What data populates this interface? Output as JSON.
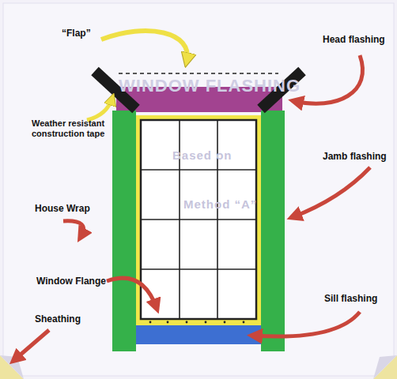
{
  "diagram": {
    "labels": [
      "“Flap”",
      "WINDOW FLASHING",
      "Head flashing",
      "Weather resistant construction tape",
      "Based on",
      "Jamb flashing",
      "House Wrap",
      "Method “A”",
      "Window Flange",
      "Sill flashing",
      "Sheathing"
    ]
  }
}
